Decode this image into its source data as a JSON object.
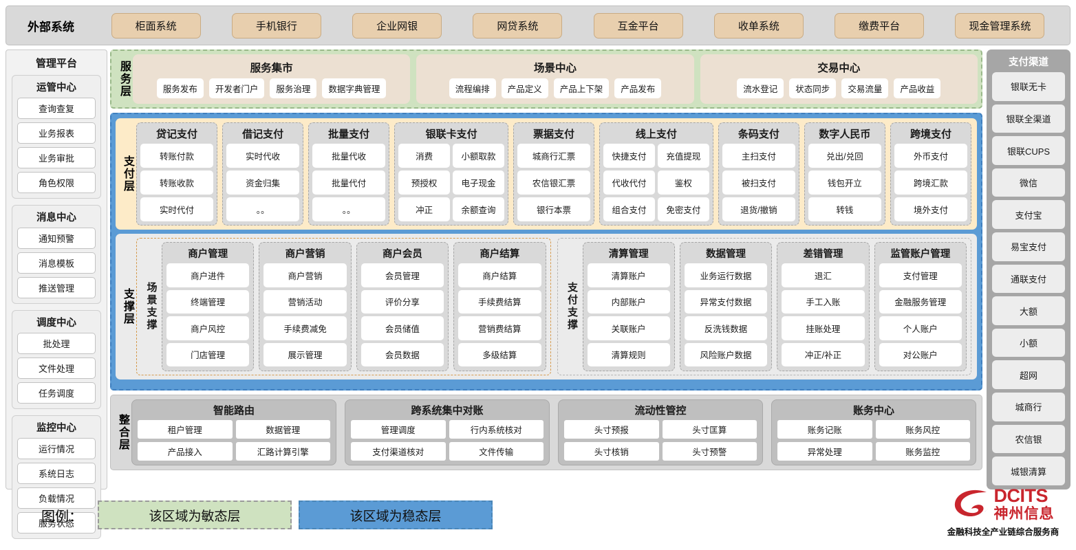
{
  "external": {
    "title": "外部系统",
    "items": [
      "柜面系统",
      "手机银行",
      "企业网银",
      "网贷系统",
      "互金平台",
      "收单系统",
      "缴费平台",
      "现金管理系统"
    ]
  },
  "admin": {
    "title": "管理平台",
    "groups": [
      {
        "title": "运管中心",
        "items": [
          "查询查复",
          "业务报表",
          "业务审批",
          "角色权限"
        ]
      },
      {
        "title": "消息中心",
        "items": [
          "通知预警",
          "消息模板",
          "推送管理"
        ]
      },
      {
        "title": "调度中心",
        "items": [
          "批处理",
          "文件处理",
          "任务调度"
        ]
      },
      {
        "title": "监控中心",
        "items": [
          "运行情况",
          "系统日志",
          "负载情况",
          "服务状态"
        ]
      }
    ]
  },
  "service_layer": {
    "label": "服务层",
    "cards": [
      {
        "title": "服务集市",
        "items": [
          "服务发布",
          "开发者门户",
          "服务治理",
          "数据字典管理"
        ]
      },
      {
        "title": "场景中心",
        "items": [
          "流程编排",
          "产品定义",
          "产品上下架",
          "产品发布"
        ]
      },
      {
        "title": "交易中心",
        "items": [
          "流水登记",
          "状态同步",
          "交易流量",
          "产品收益"
        ]
      }
    ]
  },
  "payment_layer": {
    "label": "支付层",
    "groups": [
      {
        "title": "贷记支付",
        "cols": 1,
        "items": [
          "转账付款",
          "转账收款",
          "实时代付"
        ]
      },
      {
        "title": "借记支付",
        "cols": 1,
        "items": [
          "实时代收",
          "资金归集",
          "。。"
        ]
      },
      {
        "title": "批量支付",
        "cols": 1,
        "items": [
          "批量代收",
          "批量代付",
          "。。"
        ]
      },
      {
        "title": "银联卡支付",
        "cols": 2,
        "items": [
          "消费",
          "小额取款",
          "预授权",
          "电子现金",
          "冲正",
          "余额查询"
        ]
      },
      {
        "title": "票据支付",
        "cols": 1,
        "items": [
          "城商行汇票",
          "农信银汇票",
          "银行本票"
        ]
      },
      {
        "title": "线上支付",
        "cols": 2,
        "items": [
          "快捷支付",
          "充值提现",
          "代收代付",
          "鉴权",
          "组合支付",
          "免密支付"
        ]
      },
      {
        "title": "条码支付",
        "cols": 1,
        "items": [
          "主扫支付",
          "被扫支付",
          "退货/撤销"
        ]
      },
      {
        "title": "数字人民币",
        "cols": 1,
        "items": [
          "兑出/兑回",
          "钱包开立",
          "转钱"
        ]
      },
      {
        "title": "跨境支付",
        "cols": 1,
        "items": [
          "外币支付",
          "跨境汇款",
          "境外支付"
        ]
      }
    ]
  },
  "support_layer": {
    "label": "支撑层",
    "blocks": [
      {
        "label": "场景支撑",
        "columns": [
          {
            "title": "商户管理",
            "items": [
              "商户进件",
              "终端管理",
              "商户风控",
              "门店管理"
            ]
          },
          {
            "title": "商户营销",
            "items": [
              "商户营销",
              "营销活动",
              "手续费减免",
              "展示管理"
            ]
          },
          {
            "title": "商户会员",
            "items": [
              "会员管理",
              "评价分享",
              "会员储值",
              "会员数据"
            ]
          },
          {
            "title": "商户结算",
            "items": [
              "商户结算",
              "手续费结算",
              "营销费结算",
              "多级结算"
            ]
          }
        ]
      },
      {
        "label": "支付支撑",
        "columns": [
          {
            "title": "清算管理",
            "items": [
              "清算账户",
              "内部账户",
              "关联账户",
              "清算规则"
            ]
          },
          {
            "title": "数据管理",
            "items": [
              "业务运行数据",
              "异常支付数据",
              "反洗钱数据",
              "风险账户数据"
            ]
          },
          {
            "title": "差错管理",
            "items": [
              "退汇",
              "手工入账",
              "挂账处理",
              "冲正/补正"
            ]
          },
          {
            "title": "监管账户管理",
            "items": [
              "支付管理",
              "金融服务管理",
              "个人账户",
              "对公账户"
            ]
          }
        ]
      }
    ]
  },
  "integration_layer": {
    "label": "整合层",
    "cards": [
      {
        "title": "智能路由",
        "items": [
          "租户管理",
          "数据管理",
          "产品接入",
          "汇路计算引擎"
        ]
      },
      {
        "title": "跨系统集中对账",
        "items": [
          "管理调度",
          "行内系统核对",
          "支付渠道核对",
          "文件传输"
        ]
      },
      {
        "title": "流动性管控",
        "items": [
          "头寸预报",
          "头寸匡算",
          "头寸核销",
          "头寸预警"
        ]
      },
      {
        "title": "账务中心",
        "items": [
          "账务记账",
          "账务风控",
          "异常处理",
          "账务监控"
        ]
      }
    ]
  },
  "channels": {
    "title": "支付渠道",
    "items": [
      "银联无卡",
      "银联全渠道",
      "银联CUPS",
      "微信",
      "支付宝",
      "易宝支付",
      "通联支付",
      "大额",
      "小额",
      "超网",
      "城商行",
      "农信银",
      "城银清算"
    ]
  },
  "legend": {
    "label": "图例：",
    "agile": "该区域为敏态层",
    "stable": "该区域为稳态层",
    "agile_color": "#cfe2c0",
    "stable_color": "#5b9bd5"
  },
  "logo": {
    "en": "DCITS",
    "cn": "神州信息",
    "tagline": "金融科技全产业链综合服务商",
    "color": "#c9252d"
  }
}
